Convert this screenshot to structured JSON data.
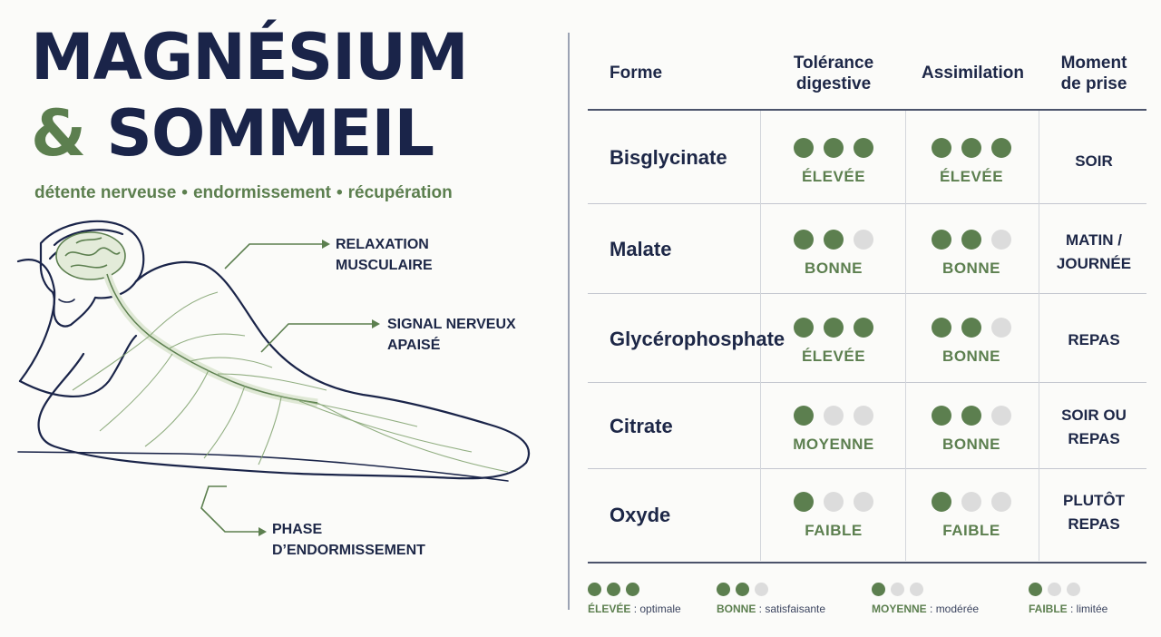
{
  "header": {
    "title_line1": "MAGNÉSIUM",
    "title_amp": "&",
    "title_line2": "SOMMEIL",
    "subtitle_items": [
      "détente nerveuse",
      "endormissement",
      "récupération"
    ],
    "subtitle_separator": "•"
  },
  "annotations": {
    "relaxation": [
      "RELAXATION",
      "MUSCULAIRE"
    ],
    "signal": [
      "SIGNAL NERVEUX",
      "APAISÉ"
    ],
    "phase": [
      "PHASE",
      "D’ENDORMISSEMENT"
    ]
  },
  "table": {
    "headers": {
      "forme": "Forme",
      "tolerance": [
        "Tolérance",
        "digestive"
      ],
      "assimilation": "Assimilation",
      "moment": [
        "Moment",
        "de prise"
      ]
    },
    "rows": [
      {
        "forme": "Bisglycinate",
        "tolerance": {
          "dots": 3,
          "label": "ÉLEVÉE"
        },
        "assimilation": {
          "dots": 3,
          "label": "ÉLEVÉE"
        },
        "moment": [
          "SOIR"
        ]
      },
      {
        "forme": "Malate",
        "tolerance": {
          "dots": 2,
          "label": "BONNE"
        },
        "assimilation": {
          "dots": 2,
          "label": "BONNE"
        },
        "moment": [
          "MATIN /",
          "JOURNÉE"
        ]
      },
      {
        "forme": "Glycérophosphate",
        "tolerance": {
          "dots": 3,
          "label": "ÉLEVÉE"
        },
        "assimilation": {
          "dots": 2,
          "label": "BONNE"
        },
        "moment": [
          "REPAS"
        ]
      },
      {
        "forme": "Citrate",
        "tolerance": {
          "dots": 1,
          "label": "MOYENNE"
        },
        "assimilation": {
          "dots": 2,
          "label": "BONNE"
        },
        "moment": [
          "SOIR OU",
          "REPAS"
        ]
      },
      {
        "forme": "Oxyde",
        "tolerance": {
          "dots": 1,
          "label": "FAIBLE"
        },
        "assimilation": {
          "dots": 1,
          "label": "FAIBLE"
        },
        "moment": [
          "PLUTÔT",
          "REPAS"
        ]
      }
    ]
  },
  "legend": [
    {
      "dots": 3,
      "key": "ÉLEVÉE",
      "desc": " : optimale"
    },
    {
      "dots": 2,
      "key": "BONNE",
      "desc": " : satisfaisante"
    },
    {
      "dots": 1,
      "key": "MOYENNE",
      "desc": " : modérée"
    },
    {
      "dots": 1,
      "key": "FAIBLE",
      "desc": " : limitée"
    }
  ],
  "colors": {
    "navy": "#1a2449",
    "green": "#5c7f4f",
    "inactive_dot": "#dcdcdc"
  }
}
